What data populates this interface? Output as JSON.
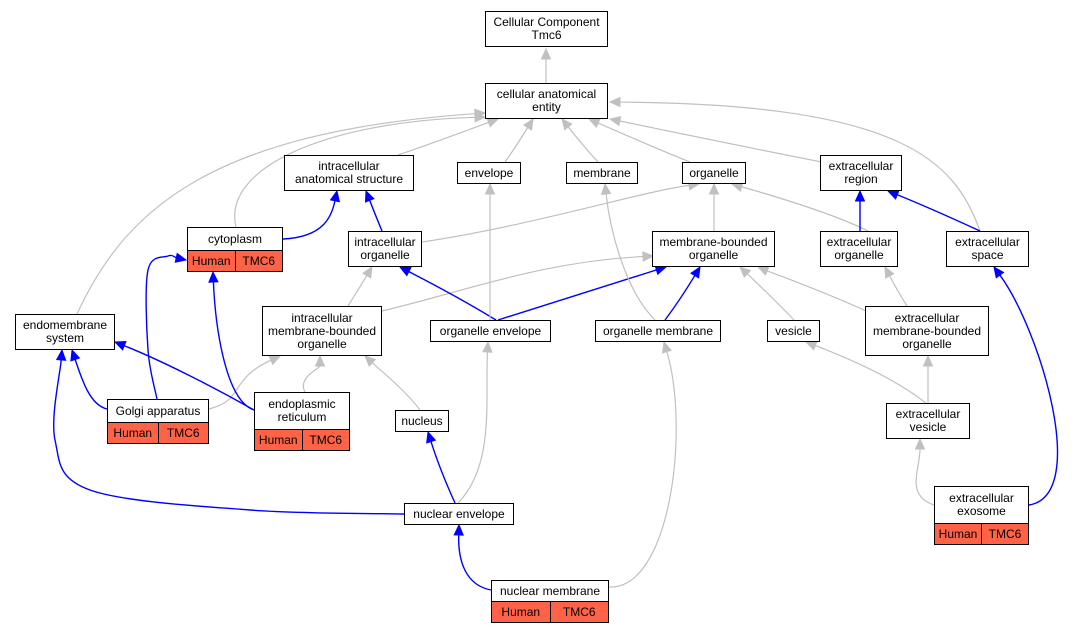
{
  "colors": {
    "gray_edge": "#c0c0c0",
    "blue_edge": "#0000ff",
    "annotation_fill": "#ff6347",
    "node_border": "#000000"
  },
  "nodes": {
    "root": {
      "lines": [
        "Cellular Component",
        "Tmc6"
      ]
    },
    "cae": {
      "lines": [
        "cellular anatomical",
        "entity"
      ]
    },
    "ias": {
      "lines": [
        "intracellular",
        "anatomical structure"
      ]
    },
    "envelope": {
      "lines": [
        "envelope"
      ]
    },
    "membrane": {
      "lines": [
        "membrane"
      ]
    },
    "organelle": {
      "lines": [
        "organelle"
      ]
    },
    "ecr": {
      "lines": [
        "extracellular",
        "region"
      ]
    },
    "cytoplasm": {
      "lines": [
        "cytoplasm"
      ],
      "tags": [
        "Human",
        "TMC6"
      ]
    },
    "io": {
      "lines": [
        "intracellular",
        "organelle"
      ]
    },
    "mbo": {
      "lines": [
        "membrane-bounded",
        "organelle"
      ]
    },
    "eco": {
      "lines": [
        "extracellular",
        "organelle"
      ]
    },
    "ecs": {
      "lines": [
        "extracellular",
        "space"
      ]
    },
    "endo": {
      "lines": [
        "endomembrane",
        "system"
      ]
    },
    "imbo": {
      "lines": [
        "intracellular",
        "membrane-bounded",
        "organelle"
      ]
    },
    "oenv": {
      "lines": [
        "organelle envelope"
      ]
    },
    "omem": {
      "lines": [
        "organelle membrane"
      ]
    },
    "vesicle": {
      "lines": [
        "vesicle"
      ]
    },
    "embo": {
      "lines": [
        "extracellular",
        "membrane-bounded",
        "organelle"
      ]
    },
    "golgi": {
      "lines": [
        "Golgi apparatus"
      ],
      "tags": [
        "Human",
        "TMC6"
      ]
    },
    "er": {
      "lines": [
        "endoplasmic",
        "reticulum"
      ],
      "tags": [
        "Human",
        "TMC6"
      ]
    },
    "nucleus": {
      "lines": [
        "nucleus"
      ]
    },
    "ecv": {
      "lines": [
        "extracellular",
        "vesicle"
      ]
    },
    "nenv": {
      "lines": [
        "nuclear envelope"
      ]
    },
    "exo": {
      "lines": [
        "extracellular",
        "exosome"
      ],
      "tags": [
        "Human",
        "TMC6"
      ]
    },
    "nmem": {
      "lines": [
        "nuclear membrane"
      ],
      "tags": [
        "Human",
        "TMC6"
      ]
    }
  },
  "edges": [
    {
      "from": "cae",
      "to": "root",
      "type": "is_a"
    },
    {
      "from": "ias",
      "to": "cae",
      "type": "is_a"
    },
    {
      "from": "envelope",
      "to": "cae",
      "type": "is_a"
    },
    {
      "from": "membrane",
      "to": "cae",
      "type": "is_a"
    },
    {
      "from": "organelle",
      "to": "cae",
      "type": "is_a"
    },
    {
      "from": "ecr",
      "to": "cae",
      "type": "is_a"
    },
    {
      "from": "cytoplasm",
      "to": "cae",
      "type": "is_a"
    },
    {
      "from": "ecs",
      "to": "cae",
      "type": "is_a"
    },
    {
      "from": "endo",
      "to": "cae",
      "type": "is_a"
    },
    {
      "from": "cytoplasm",
      "to": "ias",
      "type": "part_of"
    },
    {
      "from": "io",
      "to": "ias",
      "type": "part_of"
    },
    {
      "from": "io",
      "to": "organelle",
      "type": "is_a"
    },
    {
      "from": "mbo",
      "to": "organelle",
      "type": "is_a"
    },
    {
      "from": "eco",
      "to": "organelle",
      "type": "is_a"
    },
    {
      "from": "eco",
      "to": "ecr",
      "type": "part_of"
    },
    {
      "from": "ecs",
      "to": "ecr",
      "type": "part_of"
    },
    {
      "from": "imbo",
      "to": "io",
      "type": "is_a"
    },
    {
      "from": "imbo",
      "to": "mbo",
      "type": "is_a"
    },
    {
      "from": "oenv",
      "to": "io",
      "type": "part_of"
    },
    {
      "from": "oenv",
      "to": "mbo",
      "type": "part_of"
    },
    {
      "from": "oenv",
      "to": "envelope",
      "type": "is_a"
    },
    {
      "from": "omem",
      "to": "mbo",
      "type": "part_of"
    },
    {
      "from": "omem",
      "to": "membrane",
      "type": "is_a"
    },
    {
      "from": "vesicle",
      "to": "mbo",
      "type": "is_a"
    },
    {
      "from": "embo",
      "to": "mbo",
      "type": "is_a"
    },
    {
      "from": "embo",
      "to": "eco",
      "type": "is_a"
    },
    {
      "from": "golgi",
      "to": "imbo",
      "type": "is_a"
    },
    {
      "from": "golgi",
      "to": "endo",
      "type": "part_of"
    },
    {
      "from": "golgi",
      "to": "cytoplasm",
      "type": "part_of"
    },
    {
      "from": "er",
      "to": "imbo",
      "type": "is_a"
    },
    {
      "from": "er",
      "to": "endo",
      "type": "part_of"
    },
    {
      "from": "er",
      "to": "cytoplasm",
      "type": "part_of"
    },
    {
      "from": "nucleus",
      "to": "imbo",
      "type": "is_a"
    },
    {
      "from": "ecv",
      "to": "vesicle",
      "type": "is_a"
    },
    {
      "from": "ecv",
      "to": "embo",
      "type": "is_a"
    },
    {
      "from": "nenv",
      "to": "nucleus",
      "type": "part_of"
    },
    {
      "from": "nenv",
      "to": "endo",
      "type": "part_of"
    },
    {
      "from": "nenv",
      "to": "oenv",
      "type": "is_a"
    },
    {
      "from": "exo",
      "to": "ecv",
      "type": "is_a"
    },
    {
      "from": "exo",
      "to": "ecs",
      "type": "part_of"
    },
    {
      "from": "nmem",
      "to": "nenv",
      "type": "part_of"
    },
    {
      "from": "nmem",
      "to": "omem",
      "type": "is_a"
    }
  ]
}
